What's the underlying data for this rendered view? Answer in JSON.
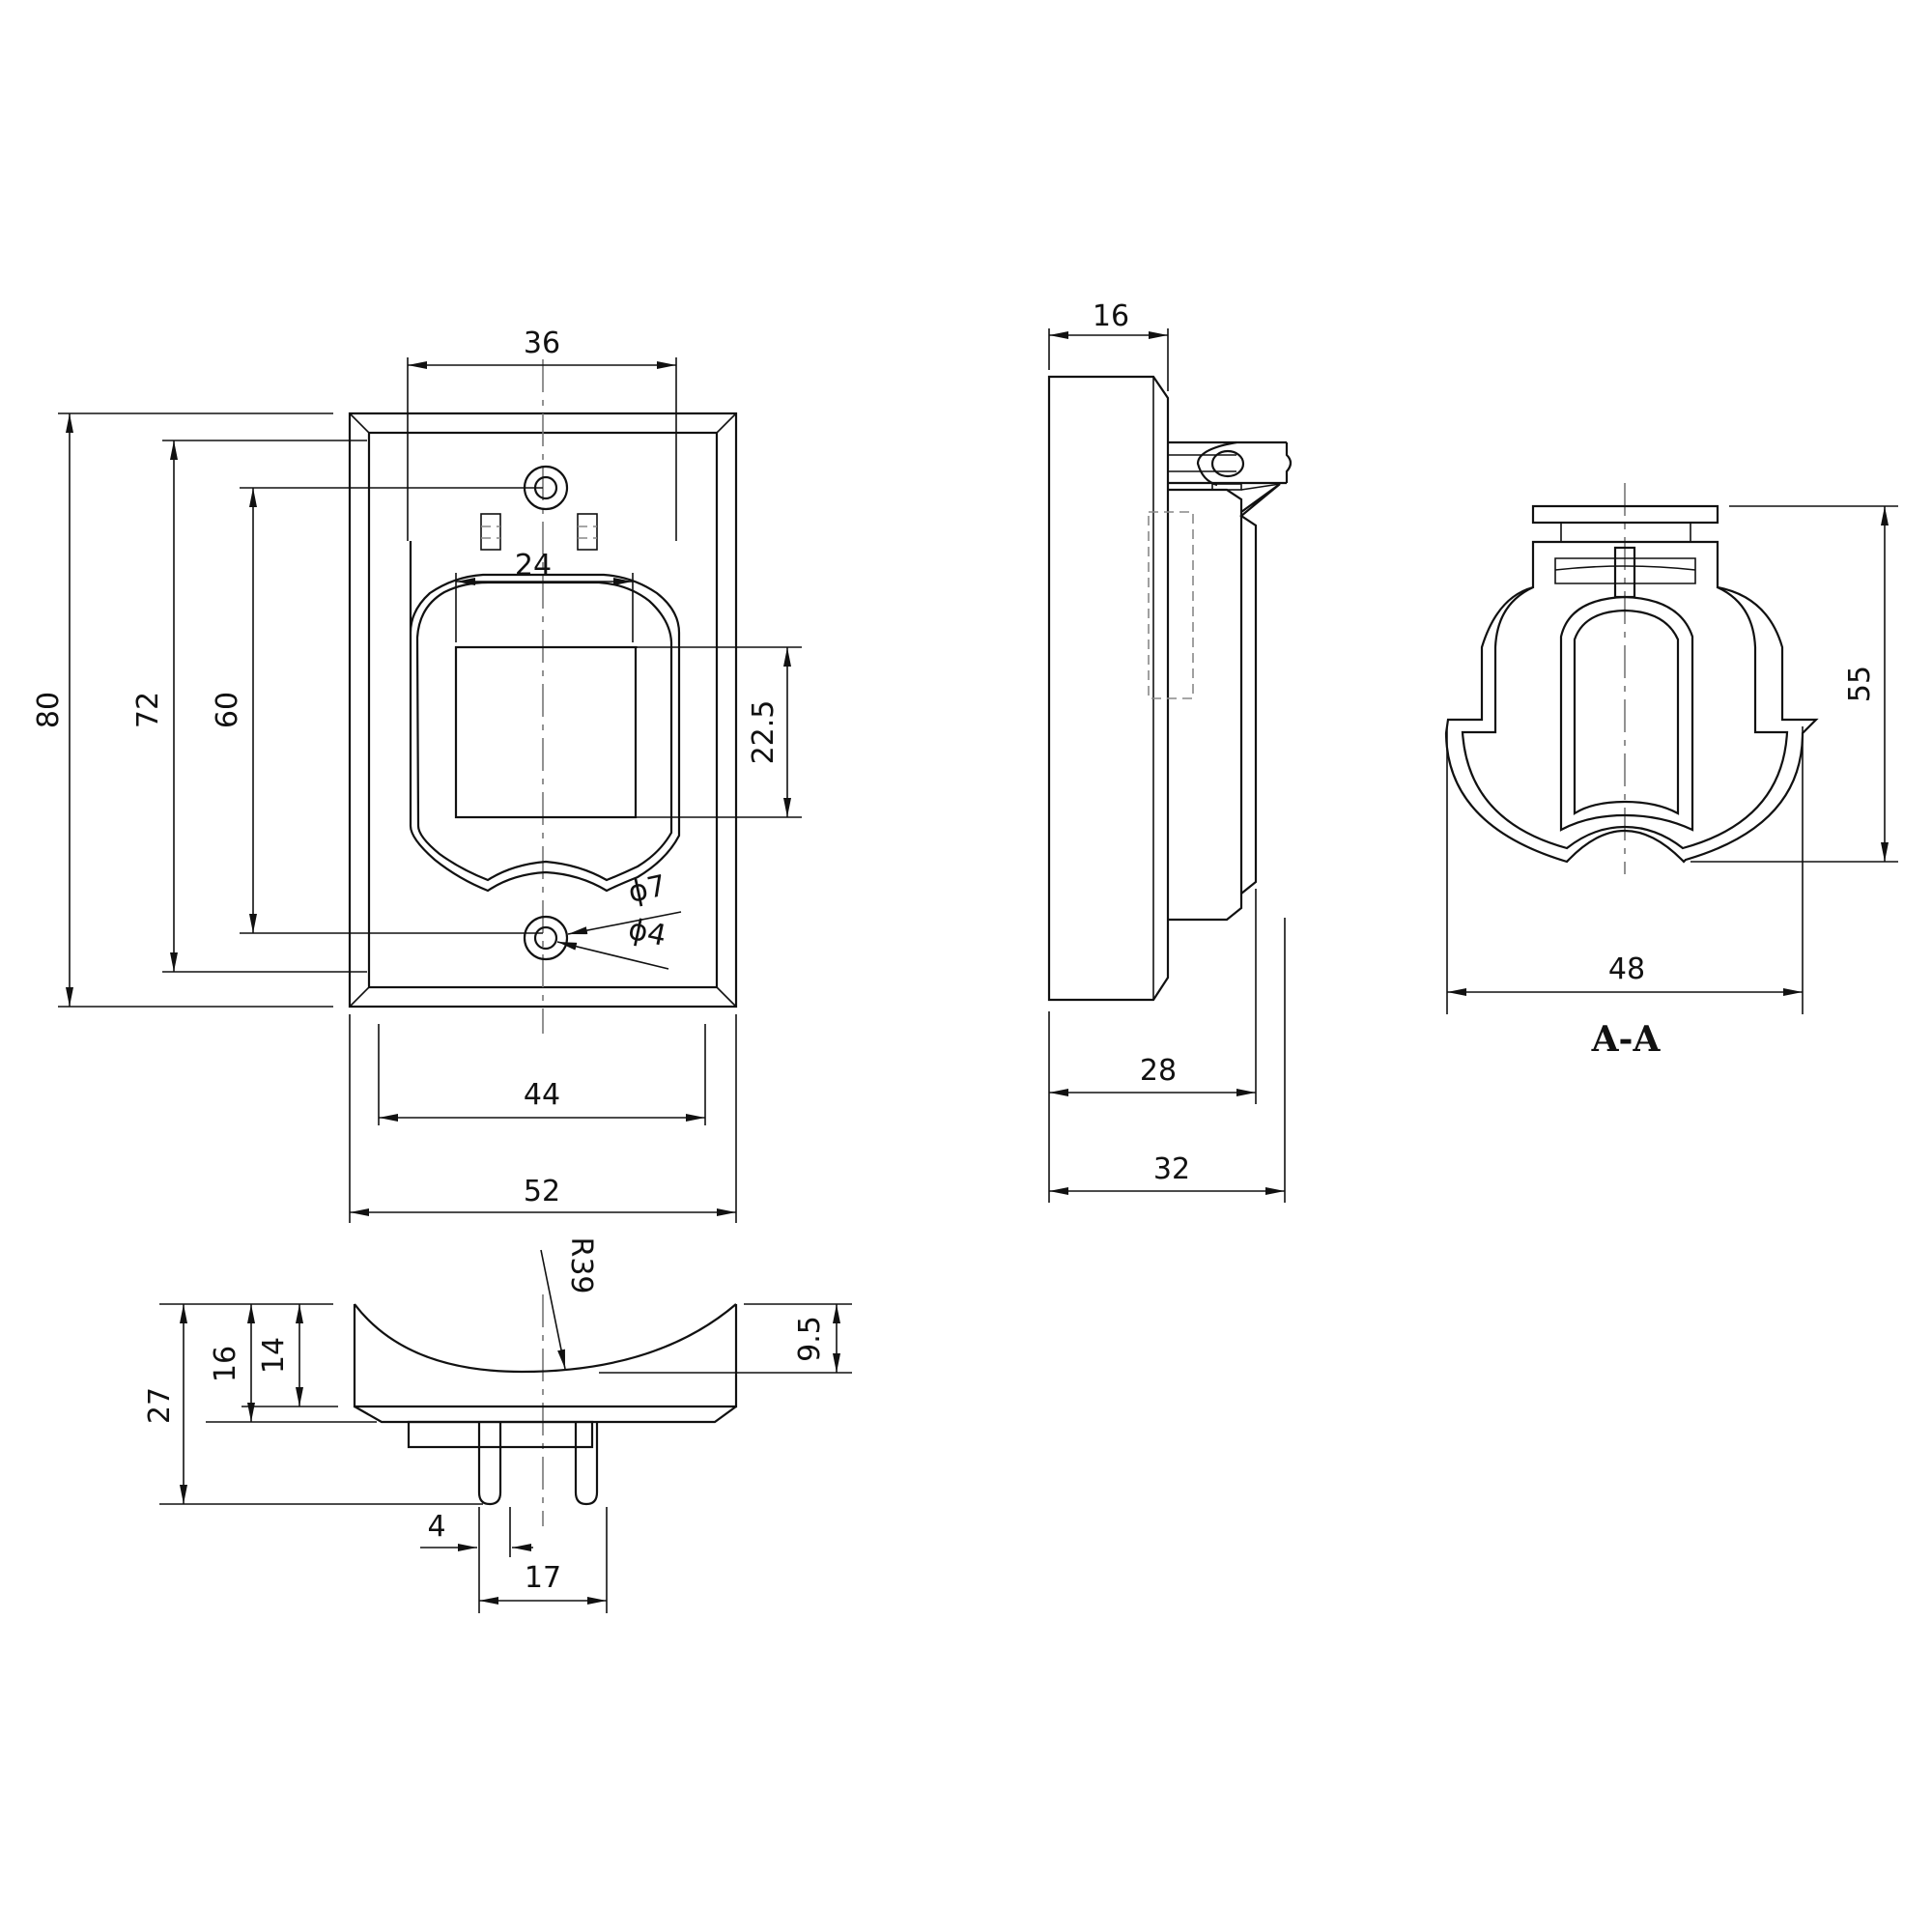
{
  "drawing": {
    "type": "technical-drawing",
    "line_color": "#111111",
    "background": "#ffffff",
    "views": {
      "front": {
        "dimensions": {
          "width_36": "36",
          "height_80": "80",
          "height_72": "72",
          "hole_spacing_60": "60",
          "window_width_24": "24",
          "window_height_22_5": "22.5",
          "hole_outer": "ϕ7",
          "hole_inner": "ϕ4",
          "inner_width_44": "44",
          "outer_width_52": "52"
        }
      },
      "side": {
        "dimensions": {
          "plate_thickness_16": "16",
          "depth_28": "28",
          "depth_32": "32"
        }
      },
      "section": {
        "label": "A-A",
        "dimensions": {
          "height_55": "55",
          "width_48": "48"
        }
      },
      "bottom": {
        "dimensions": {
          "radius": "R39",
          "height_27": "27",
          "height_16": "16",
          "height_14": "14",
          "depth_9_5": "9.5",
          "pin_width_4": "4",
          "pin_spacing_17": "17"
        }
      }
    }
  }
}
